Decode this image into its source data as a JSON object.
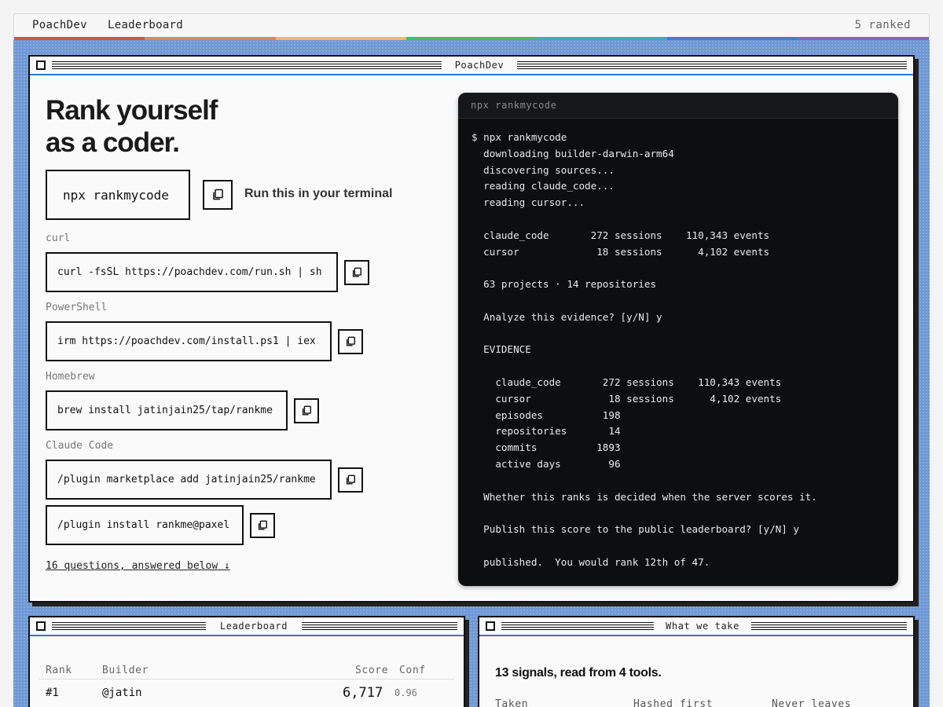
{
  "topbar": {
    "brand": "PoachDev",
    "nav_leaderboard": "Leaderboard",
    "ranked_count": "5 ranked",
    "stripe_colors": [
      "#e04b4b",
      "#e58a3c",
      "#e8c05a",
      "#3dbf6e",
      "#2bb8b0",
      "#3d7ee0",
      "#8a5fd6"
    ]
  },
  "hero": {
    "window_title": "PoachDev",
    "headline_line1": "Rank yourself",
    "headline_line2": "as a coder.",
    "primary_command": "npx rankmycode",
    "run_hint": "Run this in your terminal",
    "installs": [
      {
        "label": "curl",
        "command": "curl -fsSL https://poachdev.com/run.sh | sh"
      },
      {
        "label": "PowerShell",
        "command": "irm https://poachdev.com/install.ps1 | iex"
      },
      {
        "label": "Homebrew",
        "command": "brew install jatinjain25/tap/rankme"
      },
      {
        "label": "Claude Code",
        "command": "/plugin marketplace add jatinjain25/rankme"
      },
      {
        "label": "",
        "command": "/plugin install rankme@paxel"
      }
    ],
    "faq_link": "16 questions, answered below ↓"
  },
  "terminal": {
    "title": "npx rankmycode",
    "lines": [
      "$ npx rankmycode",
      "  downloading builder-darwin-arm64",
      "  discovering sources...",
      "  reading claude_code...",
      "  reading cursor...",
      "",
      "  claude_code       272 sessions    110,343 events",
      "  cursor             18 sessions      4,102 events",
      "",
      "  63 projects · 14 repositories",
      "",
      "  Analyze this evidence? [y/N] y",
      "",
      "  EVIDENCE",
      "",
      "    claude_code       272 sessions    110,343 events",
      "    cursor             18 sessions      4,102 events",
      "    episodes          198",
      "    repositories       14",
      "    commits          1893",
      "    active days        96",
      "",
      "  Whether this ranks is decided when the server scores it.",
      "",
      "  Publish this score to the public leaderboard? [y/N] y",
      "",
      "  published.  You would rank 12th of 47."
    ]
  },
  "leaderboard": {
    "window_title": "Leaderboard",
    "headers": {
      "rank": "Rank",
      "builder": "Builder",
      "score": "Score",
      "conf": "Conf"
    },
    "rows": [
      {
        "rank": "#1",
        "builder": "@jatin",
        "score": "6,717",
        "conf": "0.96"
      }
    ]
  },
  "take": {
    "window_title": "What we take",
    "title": "13 signals, read from 4 tools.",
    "columns": [
      "Taken",
      "Hashed first",
      "Never leaves"
    ]
  }
}
